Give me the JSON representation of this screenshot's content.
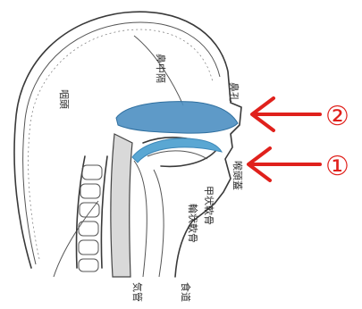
{
  "labels": {
    "nasal_cavity": "鼻中隔",
    "nostril": "鼻孔",
    "pharynx": "咽頭",
    "epiglottis": "喉頭蓋",
    "thyroid_cartilage": "甲状軟骨",
    "cricoid_cartilage": "輪状軟骨",
    "trachea": "気管",
    "esophagus": "食道"
  },
  "markers": {
    "m1": "①",
    "m2": "②"
  },
  "colors": {
    "nasal_highlight": "#4c8fc2",
    "oral_highlight": "#5aa7d3",
    "arrow": "#e0211c",
    "ink": "#3a3a3a"
  },
  "icons": {
    "arrow_upper": "arrow-left-icon",
    "arrow_lower": "arrow-left-icon"
  }
}
